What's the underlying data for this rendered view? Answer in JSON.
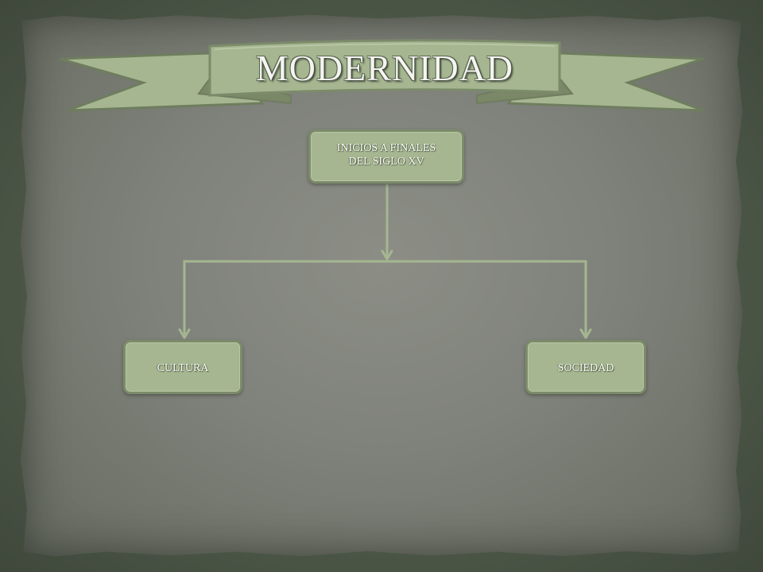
{
  "title": "MODERNIDAD",
  "nodes": {
    "top": {
      "lines": [
        "INICIOS A FINALES",
        "DEL SIGLO XV"
      ]
    },
    "left": {
      "label": "CULTURA"
    },
    "right": {
      "label": "SOCIEDAD"
    }
  },
  "colors": {
    "ribbon": "#a5b690",
    "ribbon_border": "#7c8b6a",
    "node": "#a5b690",
    "connector": "#a5b690",
    "text": "#ffffff"
  }
}
